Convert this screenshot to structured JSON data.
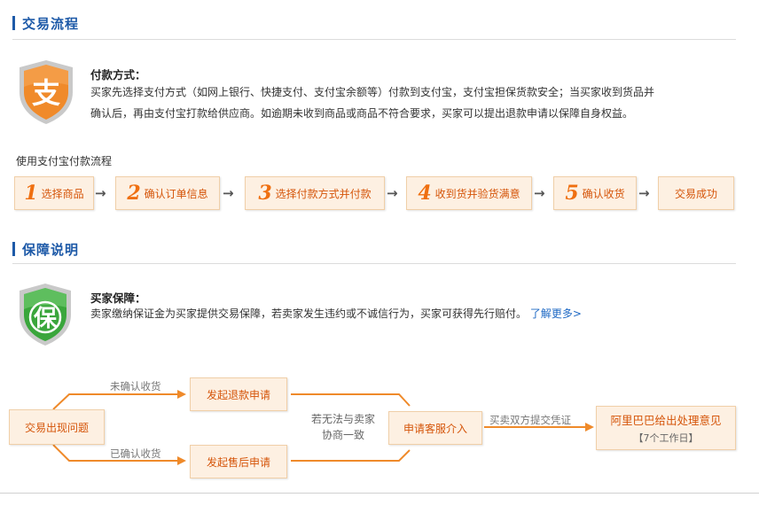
{
  "trade": {
    "section_title": "交易流程",
    "payment": {
      "title": "付款方式：",
      "line1": "买家先选择支付方式（如网上银行、快捷支付、支付宝余额等）付款到支付宝，支付宝担保货款安全；当买家收到货品并",
      "line2": "确认后，再由支付宝打款给供应商。如逾期未收到商品或商品不符合要求，买家可以提出退款申请以保障自身权益。",
      "icon_glyph": "支"
    },
    "flow_caption": "使用支付宝付款流程",
    "steps": [
      {
        "num": "1",
        "label": "选择商品"
      },
      {
        "num": "2",
        "label": "确认订单信息"
      },
      {
        "num": "3",
        "label": "选择付款方式并付款"
      },
      {
        "num": "4",
        "label": "收到货并验货满意"
      },
      {
        "num": "5",
        "label": "确认收货"
      },
      {
        "num": "",
        "label": "交易成功"
      }
    ],
    "arrow_glyph": "→"
  },
  "guarantee": {
    "section_title": "保障说明",
    "buyer": {
      "title": "买家保障：",
      "text": "卖家缴纳保证金为买家提供交易保障，若卖家发生违约或不诚信行为，买家可获得先行赔付。",
      "more_link": "了解更多>",
      "icon_glyph": "保"
    },
    "flow": {
      "problem": "交易出现问题",
      "refund": "发起退款申请",
      "aftersale": "发起售后申请",
      "unconfirmed": "未确认收货",
      "confirmed": "已确认收货",
      "negotiate_line1": "若无法与卖家",
      "negotiate_line2": "协商一致",
      "service": "申请客服介入",
      "evidence": "买卖双方提交凭证",
      "decision": "阿里巴巴给出处理意见",
      "decision_sub": "【7个工作日】"
    }
  },
  "colors": {
    "accent_blue": "#1e5aa8",
    "accent_orange": "#ef6f10",
    "shield_orange": "#f08a2a",
    "shield_green": "#3aa63c",
    "box_bg": "#fdf0e2"
  }
}
